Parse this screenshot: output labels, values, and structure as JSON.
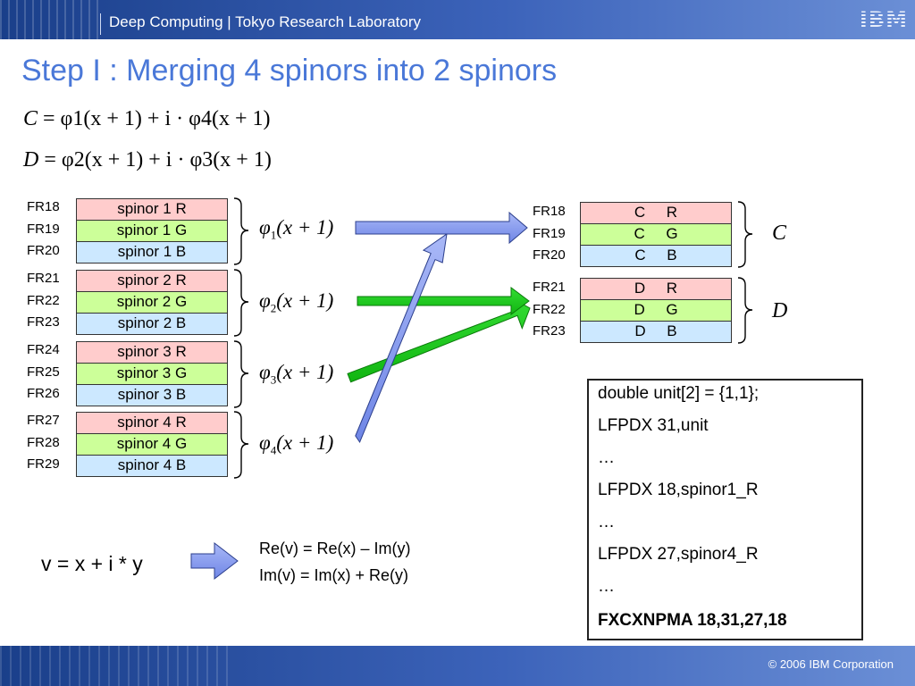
{
  "header": {
    "title": "Deep Computing | Tokyo Research Laboratory",
    "logo": "IBM"
  },
  "footer": {
    "copyright": "© 2006 IBM Corporation"
  },
  "slide_title": "Step I : Merging 4 spinors into 2 spinors",
  "equations": [
    {
      "lhs": "C",
      "text": "= φ1(x + 1) + i · φ4(x + 1)"
    },
    {
      "lhs": "D",
      "text": "= φ2(x + 1) + i · φ3(x + 1)"
    }
  ],
  "left_registers": [
    {
      "fr": "FR18",
      "label": "spinor 1 R"
    },
    {
      "fr": "FR19",
      "label": "spinor 1 G"
    },
    {
      "fr": "FR20",
      "label": "spinor 1 B"
    },
    {
      "fr": "FR21",
      "label": "spinor 2 R"
    },
    {
      "fr": "FR22",
      "label": "spinor 2 G"
    },
    {
      "fr": "FR23",
      "label": "spinor 2 B"
    },
    {
      "fr": "FR24",
      "label": "spinor 3 R"
    },
    {
      "fr": "FR25",
      "label": "spinor 3 G"
    },
    {
      "fr": "FR26",
      "label": "spinor 3 B"
    },
    {
      "fr": "FR27",
      "label": "spinor 4 R"
    },
    {
      "fr": "FR28",
      "label": "spinor 4 G"
    },
    {
      "fr": "FR29",
      "label": "spinor 4 B"
    }
  ],
  "phi_labels": [
    {
      "sub": "1",
      "arg": "(x + 1)"
    },
    {
      "sub": "2",
      "arg": "(x + 1)"
    },
    {
      "sub": "3",
      "arg": "(x + 1)"
    },
    {
      "sub": "4",
      "arg": "(x + 1)"
    }
  ],
  "right_registers": [
    {
      "fr": "FR18",
      "label": "C     R"
    },
    {
      "fr": "FR19",
      "label": "C     G"
    },
    {
      "fr": "FR20",
      "label": "C     B"
    },
    {
      "fr": "FR21",
      "label": "D     R"
    },
    {
      "fr": "FR22",
      "label": "D     G"
    },
    {
      "fr": "FR23",
      "label": "D     B"
    }
  ],
  "group_labels": {
    "c": "C",
    "d": "D"
  },
  "code_lines": [
    "double unit[2] = {1,1};",
    "LFPDX 31,unit",
    "…",
    "LFPDX 18,spinor1_R",
    "…",
    "LFPDX 27,spinor4_R",
    "…",
    "FXCXNPMA 18,31,27,18"
  ],
  "complex": {
    "expr": "v = x + i * y",
    "re": "Re(v) = Re(x) – Im(y)",
    "im": "Im(v) = Im(x) + Re(y)"
  },
  "colors": {
    "header_bg": "#1a3f8a",
    "title": "#4a78d8",
    "red_cell": "#ffcccc",
    "green_cell": "#ccff99",
    "blue_cell": "#cce8ff",
    "arrow_blue": "#8aa0f0",
    "arrow_green": "#22cc22"
  }
}
